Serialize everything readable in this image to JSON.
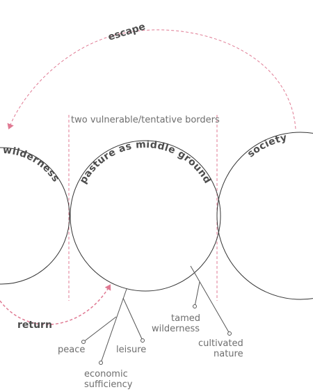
{
  "title": "two vulnerable/tentative borders",
  "circles": {
    "left": "pasture as wilderness",
    "middle": "pasture as middle ground",
    "right": "society"
  },
  "arrows": {
    "escape": "escape",
    "return": "return"
  },
  "labels": {
    "peace": "peace",
    "leisure": "leisure",
    "economic_line1": "economic",
    "economic_line2": "sufficiency",
    "tamed_line1": "tamed",
    "tamed_line2": "wilderness",
    "cultivated_line1": "cultivated",
    "cultivated_line2": "nature"
  },
  "colors": {
    "circle_stroke": "#333333",
    "arrow": "#e07a93",
    "border_dash": "#e07a93",
    "leader": "#555555",
    "text": "#6e6e6e"
  }
}
